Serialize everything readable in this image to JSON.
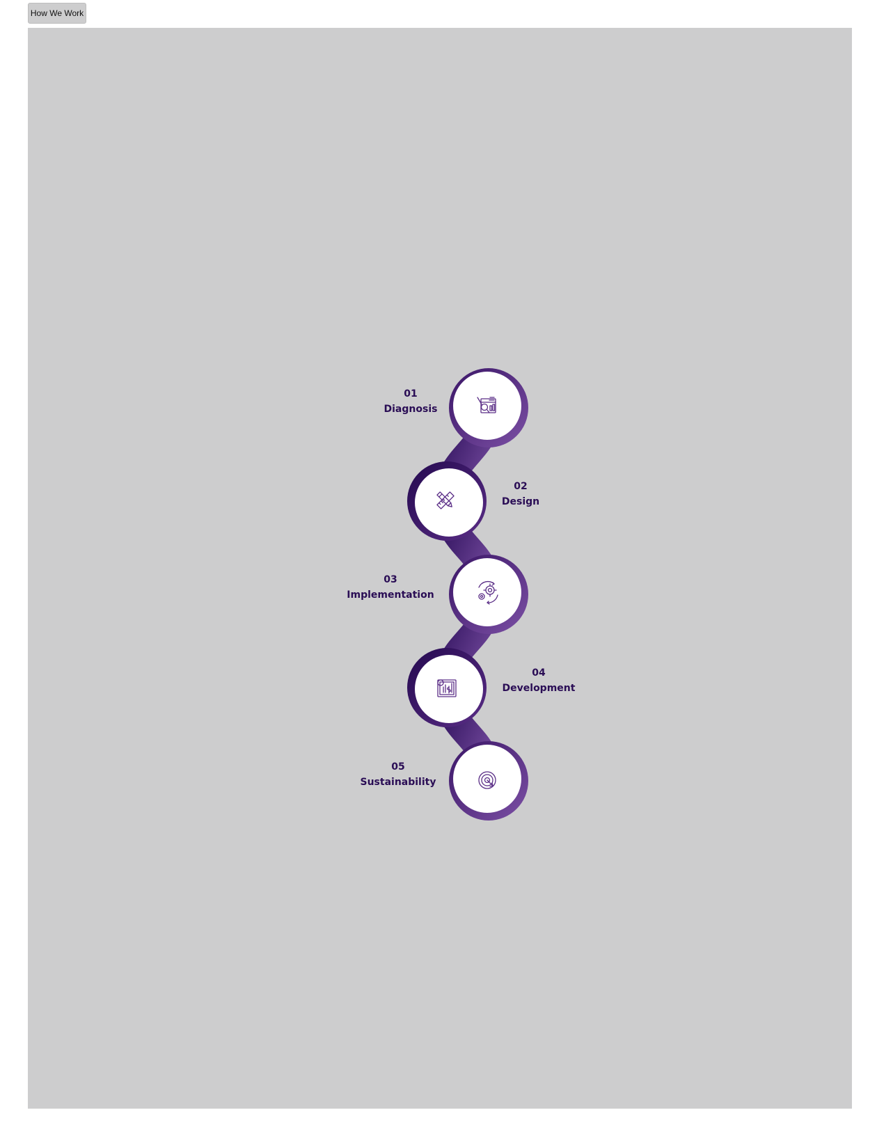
{
  "header": {
    "tab_label": "How We Work"
  },
  "colors": {
    "panel_background": "#cdcdce",
    "track_dark": "#2c0f5a",
    "track_light": "#7a4fa3",
    "circle_fill": "#ffffff",
    "icon_stroke": "#5a2d86",
    "text": "#2a0d55"
  },
  "steps": [
    {
      "number": "01",
      "label": "Diagnosis",
      "icon": "diagnosis-chart-icon"
    },
    {
      "number": "02",
      "label": "Design",
      "icon": "pencil-ruler-icon"
    },
    {
      "number": "03",
      "label": "Implementation",
      "icon": "gears-cycle-icon"
    },
    {
      "number": "04",
      "label": "Development",
      "icon": "report-document-icon"
    },
    {
      "number": "05",
      "label": "Sustainability",
      "icon": "target-icon"
    }
  ]
}
